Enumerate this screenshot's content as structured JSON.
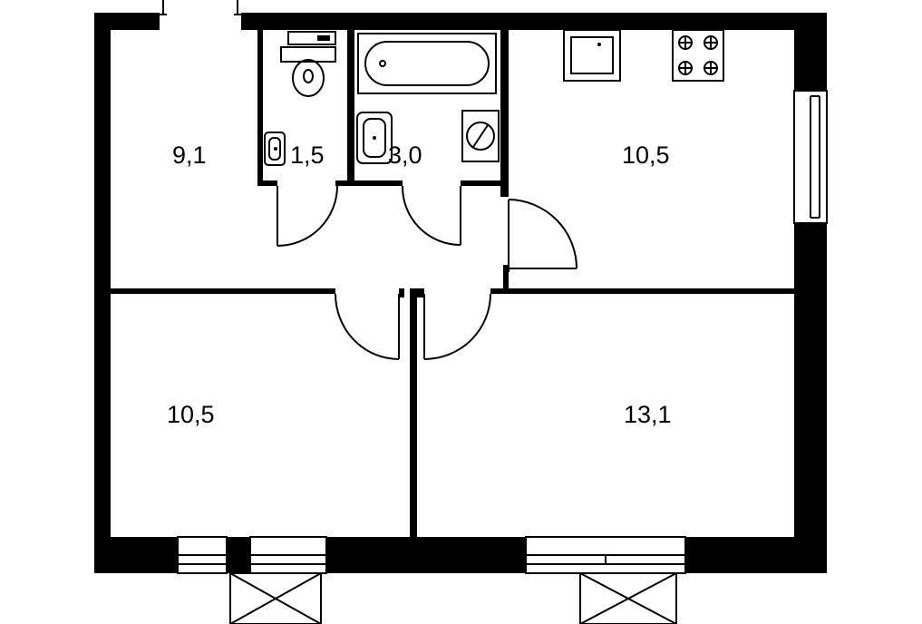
{
  "rooms": [
    {
      "id": "hall",
      "area": "9,1"
    },
    {
      "id": "toilet",
      "area": "1,5"
    },
    {
      "id": "bathroom",
      "area": "3,0"
    },
    {
      "id": "kitchen",
      "area": "10,5"
    },
    {
      "id": "bedroom-left",
      "area": "10,5"
    },
    {
      "id": "living-room",
      "area": "13,1"
    }
  ],
  "colors": {
    "wall": "#000000",
    "floor": "#ffffff",
    "line": "#000000"
  }
}
